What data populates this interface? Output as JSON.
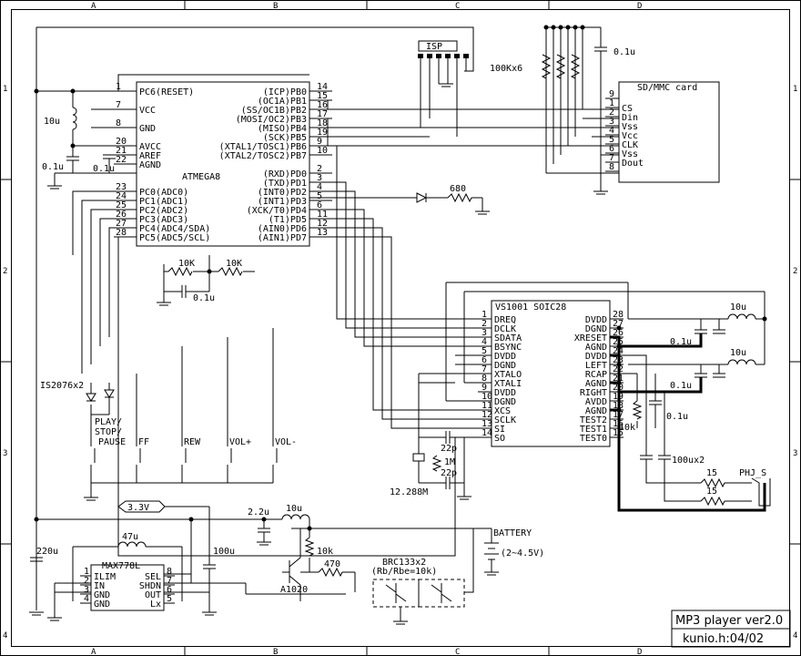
{
  "border": {
    "cols": [
      "A",
      "B",
      "C",
      "D"
    ],
    "rows": [
      "1",
      "2",
      "3",
      "4"
    ]
  },
  "mcu": {
    "name": "ATMEGA8",
    "left_pins": [
      {
        "num": "1",
        "name": "PC6(RESET)"
      },
      {
        "num": "7",
        "name": "VCC"
      },
      {
        "num": "8",
        "name": "GND"
      },
      {
        "num": "20",
        "name": "AVCC"
      },
      {
        "num": "21",
        "name": "AREF"
      },
      {
        "num": "22",
        "name": "AGND"
      },
      {
        "num": "23",
        "name": "PC0(ADC0)"
      },
      {
        "num": "24",
        "name": "PC1(ADC1)"
      },
      {
        "num": "25",
        "name": "PC2(ADC2)"
      },
      {
        "num": "26",
        "name": "PC3(ADC3)"
      },
      {
        "num": "27",
        "name": "PC4(ADC4/SDA)"
      },
      {
        "num": "28",
        "name": "PC5(ADC5/SCL)"
      }
    ],
    "right_pins": [
      {
        "num": "14",
        "name": "(ICP)PB0"
      },
      {
        "num": "15",
        "name": "(OC1A)PB1"
      },
      {
        "num": "16",
        "name": "(SS/OC1B)PB2"
      },
      {
        "num": "17",
        "name": "(MOSI/OC2)PB3"
      },
      {
        "num": "18",
        "name": "(MISO)PB4"
      },
      {
        "num": "19",
        "name": "(SCK)PB5"
      },
      {
        "num": "9",
        "name": "(XTAL1/TOSC1)PB6"
      },
      {
        "num": "10",
        "name": "(XTAL2/TOSC2)PB7"
      },
      {
        "num": "2",
        "name": "(RXD)PD0"
      },
      {
        "num": "3",
        "name": "(TXD)PD1"
      },
      {
        "num": "4",
        "name": "(INT0)PD2"
      },
      {
        "num": "5",
        "name": "(INT1)PD3"
      },
      {
        "num": "6",
        "name": "(XCK/T0)PD4"
      },
      {
        "num": "11",
        "name": "(T1)PD5"
      },
      {
        "num": "12",
        "name": "(AIN0)PD6"
      },
      {
        "num": "13",
        "name": "(AIN1)PD7"
      }
    ]
  },
  "vs1001": {
    "name": "VS1001 SOIC28",
    "left_pins": [
      {
        "num": "1",
        "name": "DREQ"
      },
      {
        "num": "2",
        "name": "DCLK"
      },
      {
        "num": "3",
        "name": "SDATA"
      },
      {
        "num": "4",
        "name": "BSYNC"
      },
      {
        "num": "5",
        "name": "DVDD"
      },
      {
        "num": "6",
        "name": "DGND"
      },
      {
        "num": "7",
        "name": "XTALO"
      },
      {
        "num": "8",
        "name": "XTALI"
      },
      {
        "num": "9",
        "name": "DVDD"
      },
      {
        "num": "10",
        "name": "DGND"
      },
      {
        "num": "11",
        "name": "XCS"
      },
      {
        "num": "12",
        "name": "SCLK"
      },
      {
        "num": "13",
        "name": "SI"
      },
      {
        "num": "14",
        "name": "SO"
      }
    ],
    "right_pins": [
      {
        "num": "28",
        "name": "DVDD"
      },
      {
        "num": "27",
        "name": "DGND"
      },
      {
        "num": "26",
        "name": "XRESET"
      },
      {
        "num": "25",
        "name": "AGND"
      },
      {
        "num": "24",
        "name": "DVDD"
      },
      {
        "num": "23",
        "name": "LEFT"
      },
      {
        "num": "22",
        "name": "RCAP"
      },
      {
        "num": "21",
        "name": "AGND"
      },
      {
        "num": "20",
        "name": "RIGHT"
      },
      {
        "num": "19",
        "name": "AVDD"
      },
      {
        "num": "18",
        "name": "AGND"
      },
      {
        "num": "17",
        "name": "TEST2"
      },
      {
        "num": "16",
        "name": "TEST1"
      },
      {
        "num": "15",
        "name": "TEST0"
      }
    ]
  },
  "sd": {
    "name": "SD/MMC card",
    "pins": [
      {
        "num": "9",
        "name": ""
      },
      {
        "num": "1",
        "name": "CS"
      },
      {
        "num": "2",
        "name": "Din"
      },
      {
        "num": "3",
        "name": "Vss"
      },
      {
        "num": "4",
        "name": "Vcc"
      },
      {
        "num": "5",
        "name": "CLK"
      },
      {
        "num": "6",
        "name": "Vss"
      },
      {
        "num": "7",
        "name": "Dout"
      },
      {
        "num": "8",
        "name": ""
      }
    ]
  },
  "max": {
    "name": "MAX778L",
    "left_pins": [
      {
        "num": "1",
        "name": "ILIM"
      },
      {
        "num": "2",
        "name": "IN"
      },
      {
        "num": "3",
        "name": "GND"
      },
      {
        "num": "4",
        "name": "GND"
      }
    ],
    "right_pins": [
      {
        "num": "8",
        "name": "SEL"
      },
      {
        "num": "7",
        "name": "SHDN"
      },
      {
        "num": "6",
        "name": "OUT"
      },
      {
        "num": "5",
        "name": "Lx"
      }
    ]
  },
  "labels": {
    "isp": "ISP",
    "res_net": "100Kx6",
    "c_sd": "0.1u",
    "ind_mcu": "10u",
    "cap_mcu1": "0.1u",
    "cap_mcu2": "0.1u",
    "led_res": "680",
    "r1": "10K",
    "r2": "10K",
    "cap_adc": "0.1u",
    "diodes": "IS2076x2",
    "btn_play": "PLAY/",
    "btn_stop": "STOP/",
    "btn_pause": "PAUSE",
    "btn_ff": "FF",
    "btn_rew": "REW",
    "btn_volp": "VOL+",
    "btn_volm": "VOL-",
    "ind_a1": "10u",
    "cap_a1": "0.1u",
    "ind_a2": "10u",
    "cap_a2": "0.1u",
    "r_rcap": "10k",
    "cap_rcap": "0.1u",
    "cap_out": "100ux2",
    "r_out1": "15",
    "r_out2": "15",
    "phone": "PHJ_S",
    "c22a": "22p",
    "r1m": "1M",
    "c22b": "22p",
    "xtal": "12.288M",
    "v33": "3.3V",
    "c220": "220u",
    "l47": "47u",
    "c100": "100u",
    "c22u": "2.2u",
    "l10u": "10u",
    "r10k": "10k",
    "r470": "470",
    "tr": "A1020",
    "brc": "BRC133x2",
    "brc_sub": "(Rb/Rbe=10k)",
    "battery": "BATTERY",
    "batt_v": "(2~4.5V)"
  },
  "title_block": {
    "title": "MP3 player ver2.0",
    "author": "kunio.h:04/02"
  }
}
